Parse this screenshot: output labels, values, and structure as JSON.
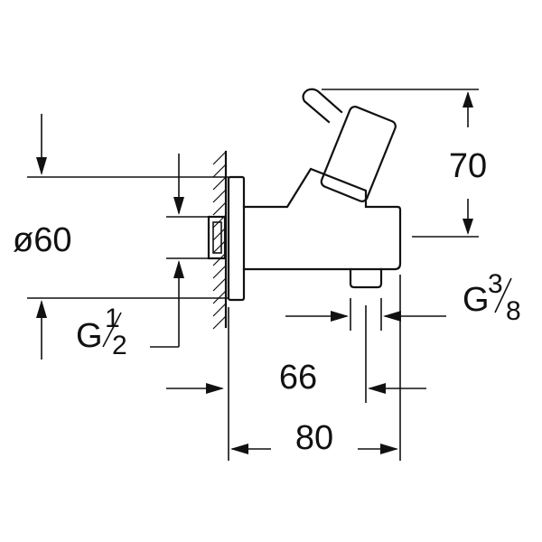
{
  "dimensions": {
    "height_top": "70",
    "diameter": "ø60",
    "depth_inner": "66",
    "depth_total": "80"
  },
  "threads": {
    "inlet": {
      "base": "G",
      "num": "1",
      "den": "2"
    },
    "outlet": {
      "base": "G",
      "num": "3",
      "den": "8"
    }
  }
}
